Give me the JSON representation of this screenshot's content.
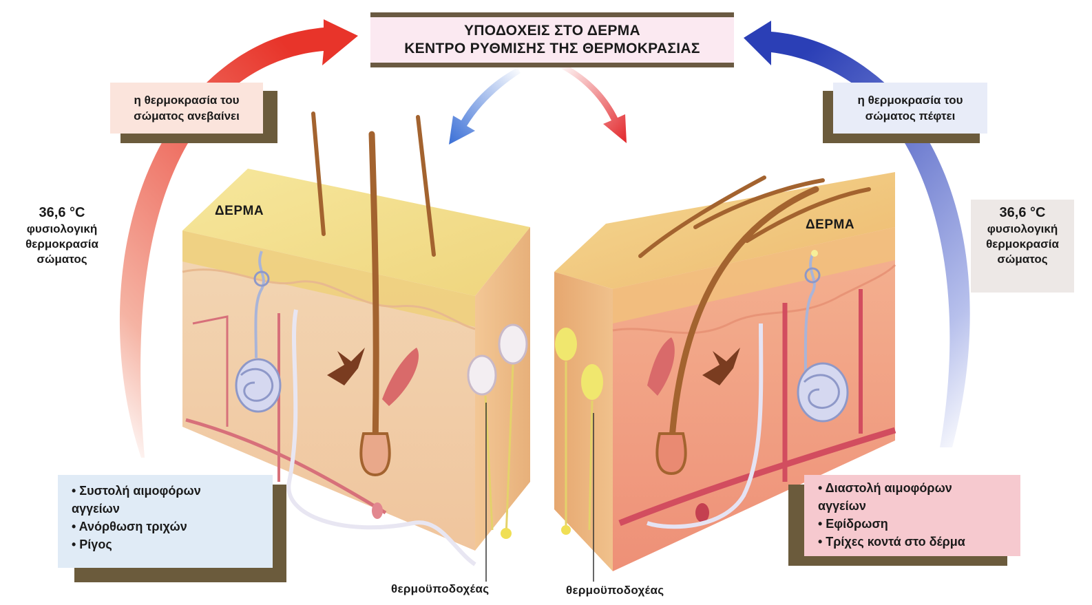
{
  "header": {
    "title_line1": "ΥΠΟΔΟΧΕΙΣ ΣΤΟ ΔΕΡΜΑ",
    "title_line2": "ΚΕΝΤΡΟ ΡΥΘΜΙΣΗΣ ΤΗΣ ΘΕΡΜΟΚΡΑΣΙΑΣ"
  },
  "left": {
    "status_line1": "η θερμοκρασία του",
    "status_line2": "σώματος ανεβαίνει",
    "temp_value": "36,6 °C",
    "temp_line1": "φυσιολογική",
    "temp_line2": "θερμοκρασία",
    "temp_line3": "σώματος",
    "skin_label": "ΔΕΡΜΑ",
    "responses": [
      "• Συστολή αιμοφόρων",
      "αγγείων",
      "• Ανόρθωση τριχών",
      "• Ρίγος"
    ],
    "receptor_label": "θερμοϋποδοχέας"
  },
  "right": {
    "status_line1": "η θερμοκρασία του",
    "status_line2": "σώματος πέφτει",
    "temp_value": "36,6 °C",
    "temp_line1": "φυσιολογική",
    "temp_line2": "θερμοκρασία",
    "temp_line3": "σώματος",
    "skin_label": "ΔΕΡΜΑ",
    "responses": [
      "• Διαστολή αιμοφόρων",
      "αγγείων",
      "• Εφίδρωση",
      "• Τρίχες κοντά στο δέρμα"
    ],
    "receptor_label": "θερμοϋποδοχέας"
  },
  "colors": {
    "warm_arrow": "#e8342a",
    "cool_arrow": "#2b3fb6",
    "box_shadow": "#6b5b3c",
    "left_list_bg": "#dfeaf6",
    "right_list_bg": "#f6c9cf",
    "skin_top_cold": "#f4df8a",
    "skin_top_warm": "#f2c98a",
    "dermis_cold": "#f3cfae",
    "dermis_warm": "#f09a82"
  },
  "icons": [
    "red-curved-arrow-icon",
    "blue-curved-arrow-icon",
    "skin-cross-section-icon",
    "hair-icon",
    "sweat-gland-icon",
    "blood-vessel-icon",
    "thermoreceptor-icon"
  ]
}
